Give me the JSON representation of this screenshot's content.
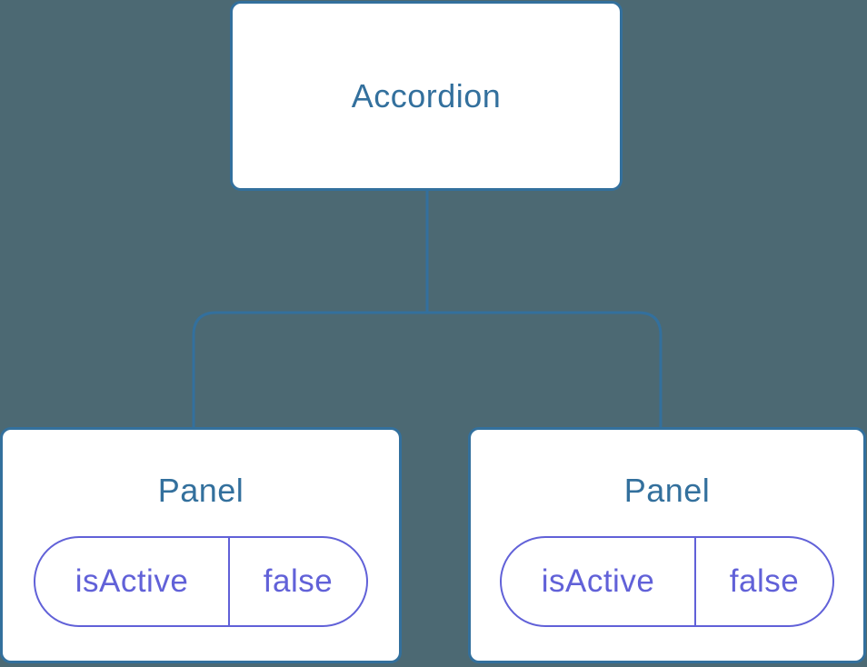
{
  "diagram": {
    "root": {
      "label": "Accordion"
    },
    "children": [
      {
        "label": "Panel",
        "state": {
          "key": "isActive",
          "value": "false"
        }
      },
      {
        "label": "Panel",
        "state": {
          "key": "isActive",
          "value": "false"
        }
      }
    ]
  },
  "colors": {
    "background": "#4C6973",
    "box_border": "#33709D",
    "box_fill": "#FFFFFF",
    "box_text": "#33709D",
    "connector": "#33709D",
    "state_accent": "#6161D8"
  }
}
